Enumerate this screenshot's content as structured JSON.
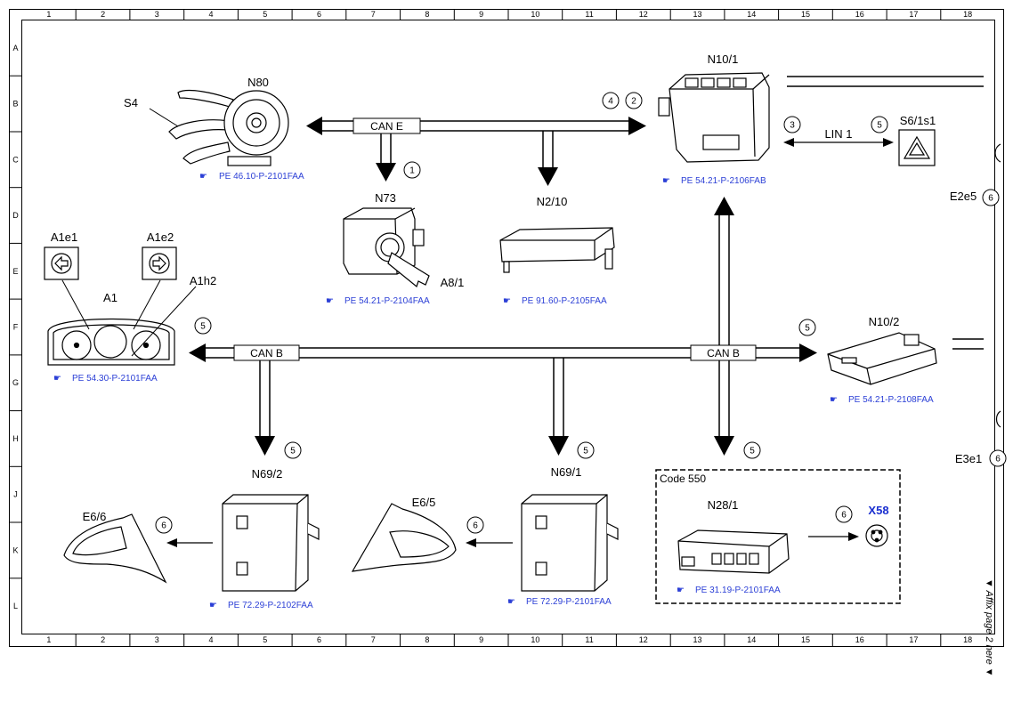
{
  "grid": {
    "columns": [
      "1",
      "2",
      "3",
      "4",
      "5",
      "6",
      "7",
      "8",
      "9",
      "10",
      "11",
      "12",
      "13",
      "14",
      "15",
      "16",
      "17",
      "18"
    ],
    "rows": [
      "A",
      "B",
      "C",
      "D",
      "E",
      "F",
      "G",
      "H",
      "J",
      "K",
      "L"
    ]
  },
  "components": {
    "N80": "N80",
    "S4": "S4",
    "N73": "N73",
    "A8_1": "A8/1",
    "N2_10": "N2/10",
    "N10_1": "N10/1",
    "S6_1s1": "S6/1s1",
    "E2e5": "E2e5",
    "E3e1": "E3e1",
    "A1": "A1",
    "A1e1": "A1e1",
    "A1e2": "A1e2",
    "A1h2": "A1h2",
    "N10_2": "N10/2",
    "N69_2": "N69/2",
    "N69_1": "N69/1",
    "E6_6": "E6/6",
    "E6_5": "E6/5",
    "N28_1": "N28/1",
    "X58": "X58"
  },
  "buses": {
    "can_e": "CAN E",
    "can_b_left": "CAN B",
    "can_b_right": "CAN B",
    "lin1": "LIN 1"
  },
  "refs": {
    "n80": "PE 46.10-P-2101FAA",
    "n73": "PE 54.21-P-2104FAA",
    "n2_10": "PE 91.60-P-2105FAA",
    "n10_1": "PE 54.21-P-2106FAB",
    "a1": "PE 54.30-P-2101FAA",
    "n10_2": "PE 54.21-P-2108FAA",
    "n69_2": "PE 72.29-P-2102FAA",
    "n69_1": "PE 72.29-P-2101FAA",
    "n28_1": "PE 31.19-P-2101FAA"
  },
  "circled_numbers": {
    "n73_arrow": "1",
    "n10_1_a": "4",
    "n10_1_b": "2",
    "lin_left": "3",
    "lin_right": "5",
    "e2e5": "6",
    "can_b_left": "5",
    "n10_2": "5",
    "n69_2": "5",
    "n69_1": "5",
    "n28_1": "5",
    "e6_6": "6",
    "e6_5": "6",
    "x58": "6",
    "e3e1": "6"
  },
  "code_box": "Code 550",
  "affix_note": "▼ Affix page 2 here ▼"
}
